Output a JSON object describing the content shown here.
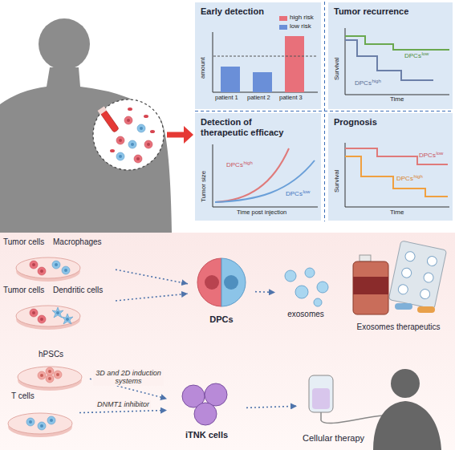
{
  "diagram": {
    "nodes": [
      {
        "text": [
          "Early detection"
        ]
      },
      {
        "text": [
          "Tumor recurrence"
        ]
      },
      {
        "text": [
          "Detection of therapeutic efficacy"
        ]
      },
      {
        "text": [
          "Prognosis"
        ]
      },
      {
        "text": [
          "Tumor cells",
          "Macrophages"
        ]
      },
      {
        "text": [
          "Tumor cells",
          "Dendritic cells"
        ]
      },
      {
        "text": [
          "DPCs"
        ]
      },
      {
        "text": [
          "exosomes"
        ]
      },
      {
        "text": [
          "Exosomes therapeutics"
        ]
      },
      {
        "text": [
          "hPSCs"
        ]
      },
      {
        "text": [
          "T cells"
        ]
      },
      {
        "text": [
          "iTNK cells"
        ]
      },
      {
        "text": [
          "Cellular therapy"
        ]
      }
    ],
    "edges": [
      {
        "from": 4,
        "to": 6,
        "arrow": "to"
      },
      {
        "from": 5,
        "to": 6,
        "arrow": "to"
      },
      {
        "from": 6,
        "to": 7,
        "arrow": "to"
      },
      {
        "from": 9,
        "to": 11,
        "label": "3D and 2D induction systems",
        "arrow": "to"
      },
      {
        "from": 10,
        "to": 11,
        "label": "DNMT1 inhibitor",
        "arrow": "to"
      },
      {
        "from": 11,
        "to": 12,
        "arrow": "to"
      }
    ],
    "labels": [
      "amount",
      "patient 1",
      "patient 2",
      "patient 3",
      "Survival",
      "Time",
      "DPCs",
      "low",
      "DPCs",
      "high",
      "Tumor size",
      "Time post injection",
      "DPCs",
      "high",
      "DPCs",
      "low",
      "Survival",
      "Time",
      "DPCs",
      "low",
      "DPCs",
      "high"
    ],
    "legend": [
      {
        "text": "high risk",
        "color": "#e8707a"
      },
      {
        "text": "low risk",
        "color": "#6a8fd8"
      }
    ]
  }
}
